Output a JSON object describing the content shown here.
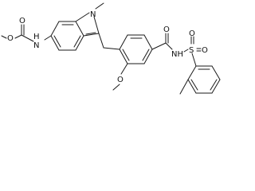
{
  "molecule": {
    "atom_labels": {
      "n_methyl": "N",
      "methyl_on_n": "",
      "carbamate_o_ether": "O",
      "carbamate_o_carbonyl": "O",
      "carbamate_nh": "H",
      "carbamate_n": "N",
      "methoxy_o": "O",
      "amide_o": "O",
      "sulfonamide_nh": "NH",
      "sulfonyl_s": "S",
      "sulfonyl_o1": "O",
      "sulfonyl_o2": "O"
    }
  }
}
